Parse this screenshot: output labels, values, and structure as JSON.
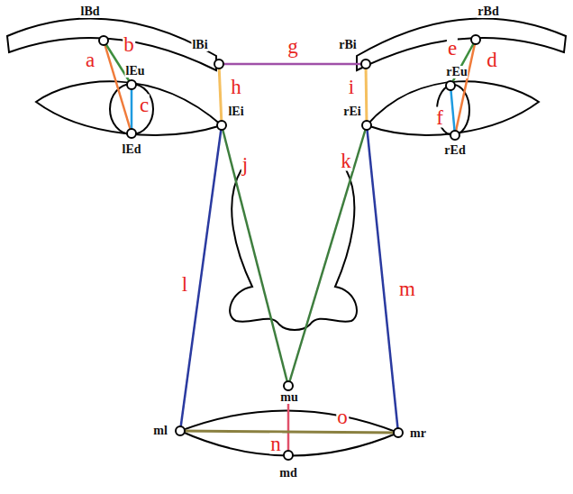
{
  "diagram": {
    "labels": [
      "lBd",
      "rBd",
      "lBi",
      "rBi",
      "lEu",
      "rEu",
      "lEi",
      "rEi",
      "lEd",
      "rEd",
      "mu",
      "ml",
      "mr",
      "md",
      "a",
      "b",
      "c",
      "d",
      "e",
      "f",
      "g",
      "h",
      "i",
      "j",
      "k",
      "l",
      "m",
      "n",
      "o"
    ]
  }
}
